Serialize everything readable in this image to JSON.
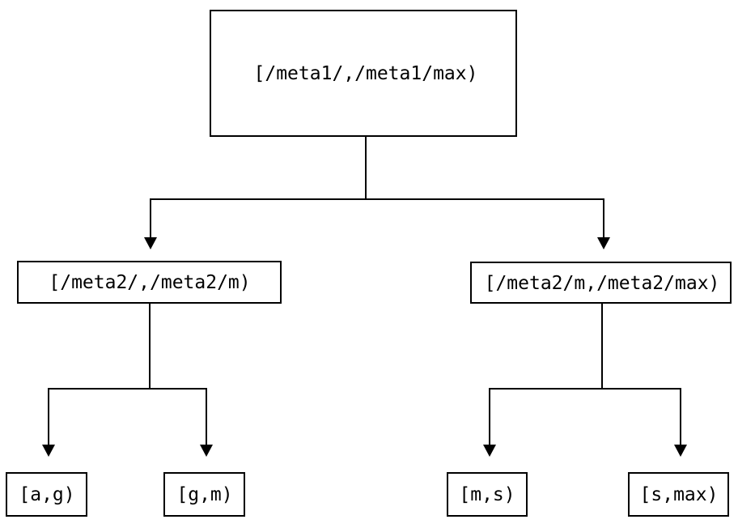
{
  "diagram": {
    "type": "tree",
    "background_color": "#ffffff",
    "line_color": "#000000",
    "text_color": "#000000",
    "nodes": {
      "root": {
        "id": "root",
        "label": "[/meta1/,/meta1/max)",
        "level": 0
      },
      "meta2Left": {
        "id": "meta2-left",
        "label": "[/meta2/,/meta2/m)",
        "level": 1
      },
      "meta2Right": {
        "id": "meta2-right",
        "label": "[/meta2/m,/meta2/max)",
        "level": 1
      },
      "leafAG": {
        "id": "leaf-ag",
        "label": "[a,g)",
        "level": 2
      },
      "leafGM": {
        "id": "leaf-gm",
        "label": "[g,m)",
        "level": 2
      },
      "leafMS": {
        "id": "leaf-ms",
        "label": "[m,s)",
        "level": 2
      },
      "leafSMax": {
        "id": "leaf-smax",
        "label": "[s,max)",
        "level": 2
      }
    },
    "edges": [
      {
        "from": "root",
        "to": "meta2-left"
      },
      {
        "from": "root",
        "to": "meta2-right"
      },
      {
        "from": "meta2-left",
        "to": "leaf-ag"
      },
      {
        "from": "meta2-left",
        "to": "leaf-gm"
      },
      {
        "from": "meta2-right",
        "to": "leaf-ms"
      },
      {
        "from": "meta2-right",
        "to": "leaf-smax"
      }
    ]
  }
}
